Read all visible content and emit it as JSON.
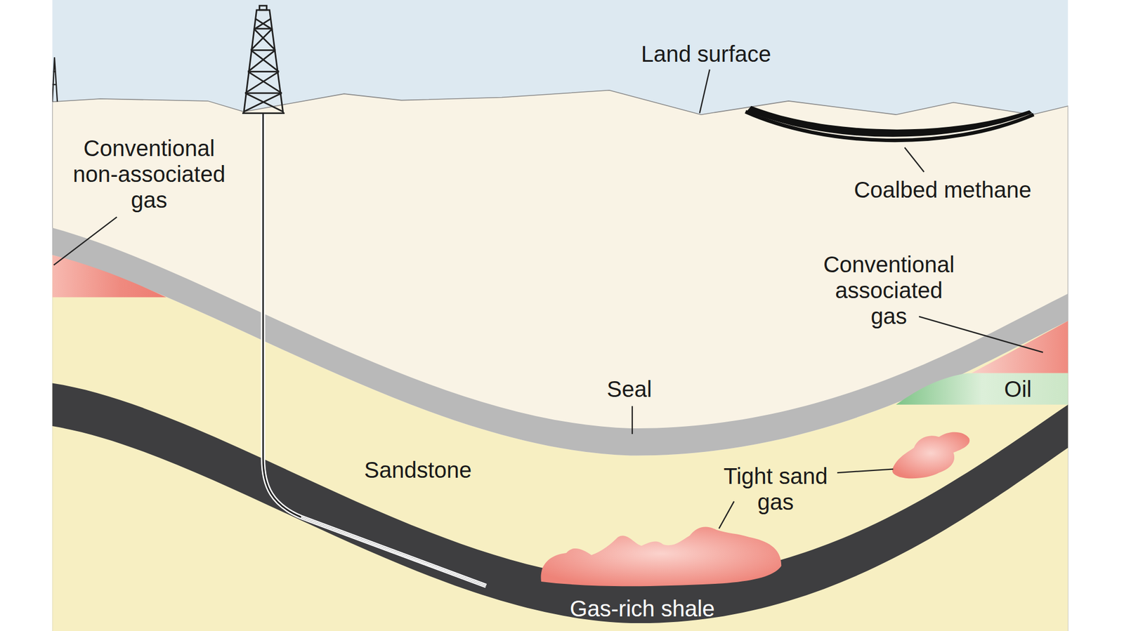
{
  "diagram": {
    "nodes": [
      {
        "text": [
          "Oil"
        ]
      },
      {
        "text": [
          "Sandstone"
        ]
      },
      {
        "text": [
          "Gas-rich shale"
        ]
      }
    ],
    "labels": [
      "Land surface",
      "Coalbed methane",
      "Conventional non-associated gas",
      "Conventional associated gas",
      "Seal",
      "Tight sand gas"
    ]
  }
}
